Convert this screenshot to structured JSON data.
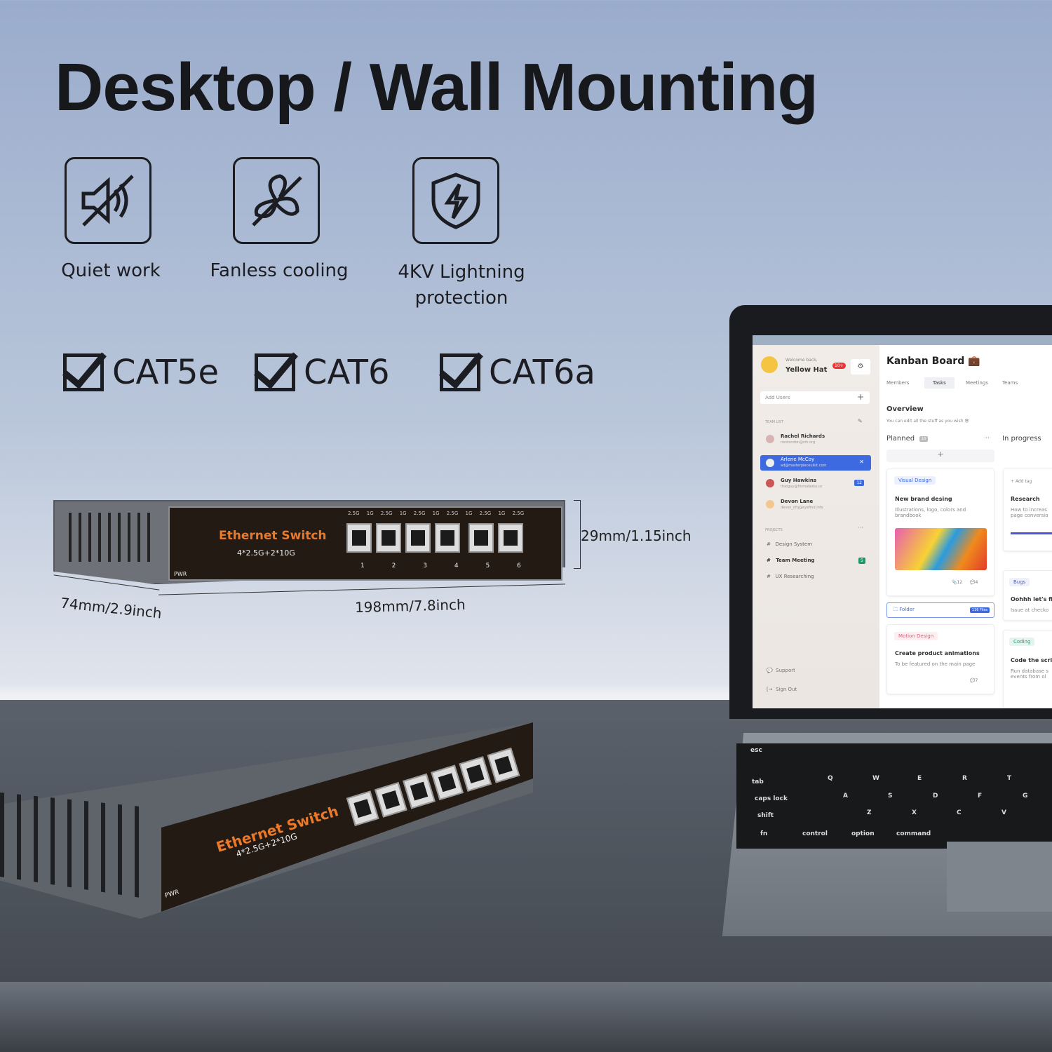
{
  "title": "Desktop / Wall Mounting",
  "features": [
    {
      "icon": "speaker-muted-icon",
      "label": "Quiet work"
    },
    {
      "icon": "fan-off-icon",
      "label": "Fanless cooling"
    },
    {
      "icon": "shield-lightning-icon",
      "label": "4KV Lightning protection"
    }
  ],
  "cables": [
    "CAT5e",
    "CAT6",
    "CAT6a"
  ],
  "dimensions": {
    "height": "29mm/1.15inch",
    "depth": "74mm/2.9inch",
    "width": "198mm/7.8inch"
  },
  "switch": {
    "brand": "Ethernet Switch",
    "spec": "4*2.5G+2*10G",
    "power": "PWR",
    "ports": [
      "1",
      "2",
      "3",
      "4",
      "5",
      "6"
    ],
    "speeds": [
      "2.5G",
      "1G 2.5G",
      "1G 2.5G",
      "1G 2.5G",
      "1G",
      "2.5G",
      "1G",
      "2.5G"
    ]
  },
  "app": {
    "welcome": "Welcome back,",
    "user": "Yellow Hat",
    "notif": "10+",
    "add_users_placeholder": "Add Users",
    "team_list": "TEAM LIST",
    "team": [
      {
        "name": "Rachel Richards",
        "email": "rondondon@nfs.org"
      },
      {
        "name": "Arlene McCoy",
        "email": "ad@masterpieceuikit.com"
      },
      {
        "name": "Guy Hawkins",
        "email": "thatguy@fromalaska.us",
        "badge": "12"
      },
      {
        "name": "Devon Lane",
        "email": "devon_dfq@eyefind.info"
      }
    ],
    "projects_label": "PROJECTS",
    "projects": [
      {
        "name": "Design System"
      },
      {
        "name": "Team Meeting",
        "badge": "5"
      },
      {
        "name": "UX Researching"
      }
    ],
    "support": "Support",
    "signout": "Sign Out",
    "board_title": "Kanban Board 💼",
    "tabs": [
      "Members",
      "Tasks",
      "Meetings",
      "Teams"
    ],
    "active_tab": "Tasks",
    "overview": "Overview",
    "overview_sub": "You can edit all the stuff as you wish 😎",
    "planned": "Planned",
    "planned_count": "10",
    "in_progress": "In progress",
    "card1": {
      "tag": "Visual Design",
      "title": "New brand desing",
      "desc": "Illustrations, logo, colors and brandbook",
      "attach": "12",
      "comments": "4"
    },
    "folder": {
      "label": "Folder",
      "files": "116 Files"
    },
    "card2": {
      "tag": "Motion Design",
      "title": "Create product animations",
      "desc": "To be featured on the main page",
      "comments": "7"
    },
    "card3": {
      "tag": "+ Add tag",
      "title": "Research",
      "desc": "How to increas page conversio"
    },
    "card4": {
      "tag": "Bugs",
      "title": "Oohhh let's fix",
      "desc": "Issue at checko"
    },
    "card5": {
      "tag": "Coding",
      "title": "Code the scrip",
      "desc": "Run database s events from ol"
    }
  },
  "keyboard": [
    "esc",
    "tab",
    "caps lock",
    "shift",
    "fn",
    "control",
    "option",
    "command",
    "Q",
    "W",
    "E",
    "R",
    "T",
    "A",
    "S",
    "D",
    "F",
    "G",
    "Z",
    "X",
    "C",
    "V"
  ]
}
